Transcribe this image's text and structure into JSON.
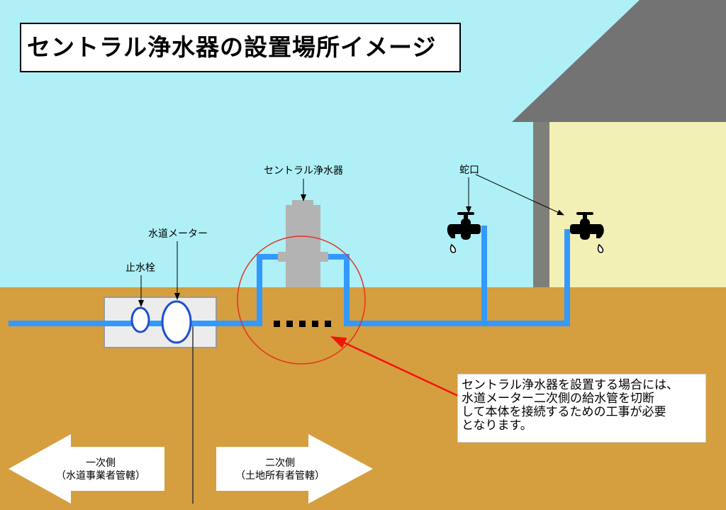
{
  "title": "セントラル浄水器の設置場所イメージ",
  "labels": {
    "purifier": "セントラル浄水器",
    "faucet": "蛇口",
    "water_meter": "水道メーター",
    "stop_valve": "止水栓"
  },
  "callout": {
    "lines": [
      "セントラル浄水器を設置する場合には、",
      "水道メーター二次側の給水管を切断",
      "して本体を接続するための工事が必要",
      "となります。"
    ]
  },
  "arrows": {
    "primary": {
      "line1": "一次側",
      "line2": "（水道事業者管轄）"
    },
    "secondary": {
      "line1": "二次側",
      "line2": "（土地所有者管轄）"
    }
  },
  "colors": {
    "sky": "#aef0f6",
    "ground": "#d59e3e",
    "pipe": "#3399ff",
    "house_wall": "#f3f0b5",
    "roof": "#737373",
    "purifier": "#b3b3b3",
    "highlight_circle": "#e53222",
    "meter_ring": "#1f4fcf"
  }
}
